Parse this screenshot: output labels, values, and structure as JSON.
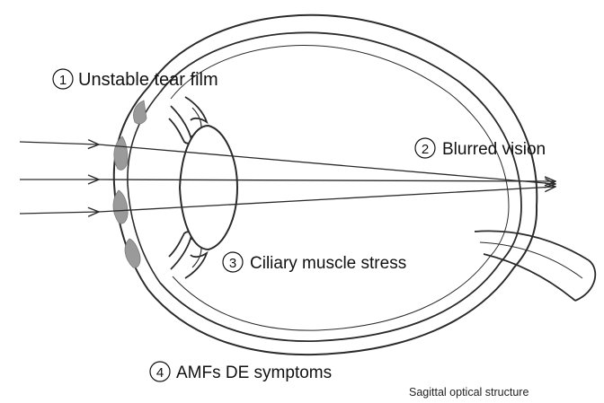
{
  "labels": {
    "tear_film": {
      "number": "1",
      "text": "Unstable tear film"
    },
    "blurred_vision": {
      "number": "2",
      "text": "Blurred vision"
    },
    "ciliary_stress": {
      "number": "3",
      "text": "Ciliary muscle stress"
    },
    "symptoms": {
      "number": "4",
      "text": "AMFs DE symptoms"
    }
  },
  "caption": "Sagittal optical structure",
  "colors": {
    "outline": "#2b2b2b",
    "tear_droplet": "#9a9a9a",
    "background": "#ffffff"
  }
}
